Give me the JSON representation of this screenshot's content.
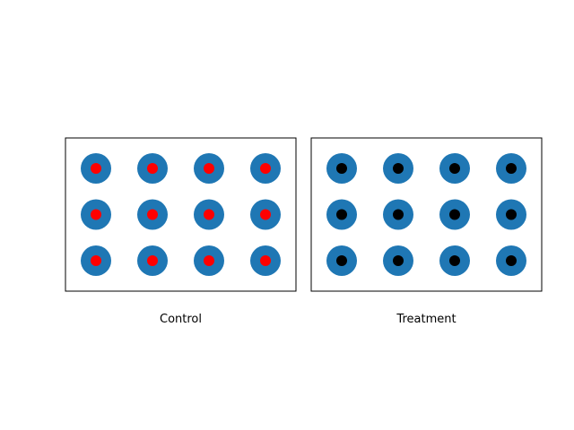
{
  "chart_data": [
    {
      "type": "scatter",
      "xlabel": "Control",
      "grid": false,
      "axes_visible": false,
      "rows": 3,
      "cols": 4,
      "outer_marker_color": "#1f77b4",
      "inner_marker_color": "#ff0000",
      "points": [
        {
          "x": 1,
          "y": 1
        },
        {
          "x": 2,
          "y": 1
        },
        {
          "x": 3,
          "y": 1
        },
        {
          "x": 4,
          "y": 1
        },
        {
          "x": 1,
          "y": 2
        },
        {
          "x": 2,
          "y": 2
        },
        {
          "x": 3,
          "y": 2
        },
        {
          "x": 4,
          "y": 2
        },
        {
          "x": 1,
          "y": 3
        },
        {
          "x": 2,
          "y": 3
        },
        {
          "x": 3,
          "y": 3
        },
        {
          "x": 4,
          "y": 3
        }
      ]
    },
    {
      "type": "scatter",
      "xlabel": "Treatment",
      "grid": false,
      "axes_visible": false,
      "rows": 3,
      "cols": 4,
      "outer_marker_color": "#1f77b4",
      "inner_marker_color": "#000000",
      "points": [
        {
          "x": 1,
          "y": 1
        },
        {
          "x": 2,
          "y": 1
        },
        {
          "x": 3,
          "y": 1
        },
        {
          "x": 4,
          "y": 1
        },
        {
          "x": 1,
          "y": 2
        },
        {
          "x": 2,
          "y": 2
        },
        {
          "x": 3,
          "y": 2
        },
        {
          "x": 4,
          "y": 2
        },
        {
          "x": 1,
          "y": 3
        },
        {
          "x": 2,
          "y": 3
        },
        {
          "x": 3,
          "y": 3
        },
        {
          "x": 4,
          "y": 3
        }
      ]
    }
  ]
}
